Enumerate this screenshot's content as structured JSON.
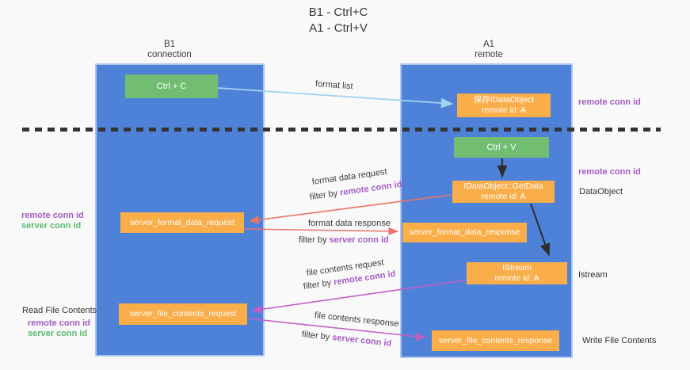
{
  "title": {
    "line1": "B1 - Ctrl+C",
    "line2": "A1 - Ctrl+V"
  },
  "lanes": {
    "left": {
      "name": "B1",
      "role": "connection"
    },
    "right": {
      "name": "A1",
      "role": "remote"
    }
  },
  "boxes": {
    "ctrl_c": {
      "label": "Ctrl + C"
    },
    "ctrl_v": {
      "label": "Ctrl + V"
    },
    "save_dataobject": {
      "line1": "保存IDataObject",
      "line2": "remote id: A"
    },
    "getdata": {
      "line1": "IDataObject::GetData",
      "line2": "remote id: A"
    },
    "istream": {
      "line1": "IStream",
      "line2": "remote id: A"
    },
    "server_format_data_request": {
      "label": "server_format_data_request"
    },
    "server_format_data_response": {
      "label": "server_format_data_response"
    },
    "server_file_contents_request": {
      "label": "server_file_contents_request"
    },
    "server_file_contents_response": {
      "label": "server_file_contents_response"
    }
  },
  "arrow_labels": {
    "format_list": "format list",
    "format_data_request": "format data request",
    "format_data_response": "format data response",
    "file_contents_request": "file contents request",
    "file_contents_response": "file contents response",
    "filter_by": "filter by",
    "remote_conn_id": "remote conn id",
    "server_conn_id": "server conn id"
  },
  "side_labels": {
    "remote_conn_id": "remote conn id",
    "server_conn_id": "server conn id",
    "dataobject": "DataObject",
    "istream": "Istream",
    "read_file_contents": "Read File Contents",
    "write_file_contents": "Write File Contents"
  },
  "colors": {
    "lane_blue": "#4d82d8",
    "box_orange": "#f9ae4a",
    "box_green": "#71be73",
    "remote_conn_purple": "#a55cc5",
    "server_conn_green": "#5ab96e",
    "arrow_salmon": "#eb7369",
    "arrow_magenta": "#c35fc3",
    "arrow_lightblue": "#a5d2f0",
    "arrow_black": "#2e2e2e",
    "background": "#f9f9f9"
  }
}
